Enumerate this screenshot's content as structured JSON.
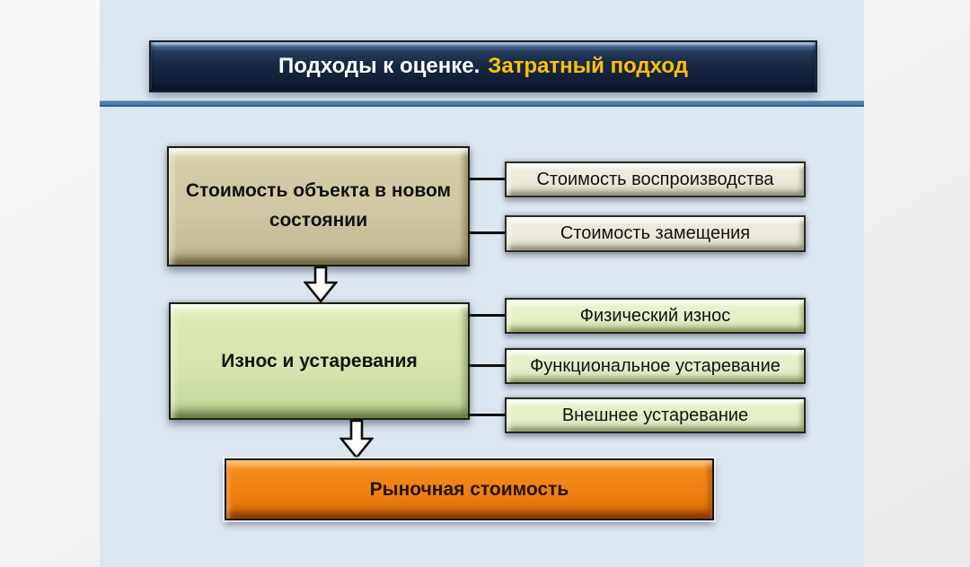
{
  "title": {
    "main": "Подходы к оценке.",
    "highlight": "Затратный подход"
  },
  "diagram": {
    "new_condition": {
      "label": "Стоимость объекта в новом состоянии",
      "children": [
        {
          "label": "Стоимость воспроизводства"
        },
        {
          "label": "Стоимость замещения"
        }
      ]
    },
    "wear": {
      "label": "Износ и устаревания",
      "children": [
        {
          "label": "Физический износ"
        },
        {
          "label": "Функциональное устаревание"
        },
        {
          "label": "Внешнее устаревание"
        }
      ]
    },
    "market_value": {
      "label": "Рыночная стоимость"
    }
  },
  "icons": {
    "down_arrow": "block-down-arrow"
  },
  "colors": {
    "title_bar_bg": "#16263f",
    "title_text": "#ffffff",
    "title_highlight": "#ffc103",
    "divider": "#4d7cb5",
    "panel_bg": "#dce6f1",
    "outer_bg": "#f1f1f2",
    "box_new_condition": "#cfc8a2",
    "box_child_cream": "#ebe8da",
    "box_wear": "#d6e5ad",
    "box_child_green": "#e3eec7",
    "box_market": "#f0800f",
    "connector": "#101010",
    "arrow_fill": "#fdfdfd"
  }
}
